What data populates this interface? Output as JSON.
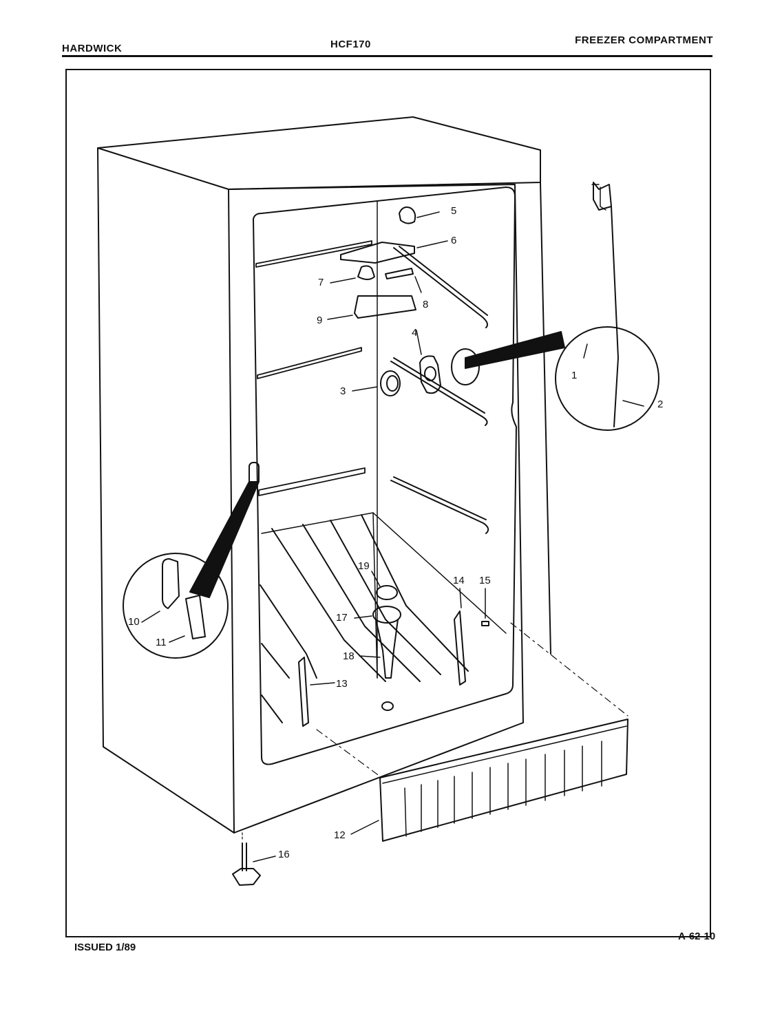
{
  "header": {
    "brand": "HARDWICK",
    "model": "HCF170",
    "section": "FREEZER COMPARTMENT"
  },
  "footer": {
    "issued": "ISSUED 1/89",
    "page_ref": "A-62-10"
  },
  "callouts": [
    "1",
    "2",
    "3",
    "4",
    "5",
    "6",
    "7",
    "8",
    "9",
    "10",
    "11",
    "12",
    "13",
    "14",
    "15",
    "16",
    "17",
    "18",
    "19"
  ]
}
